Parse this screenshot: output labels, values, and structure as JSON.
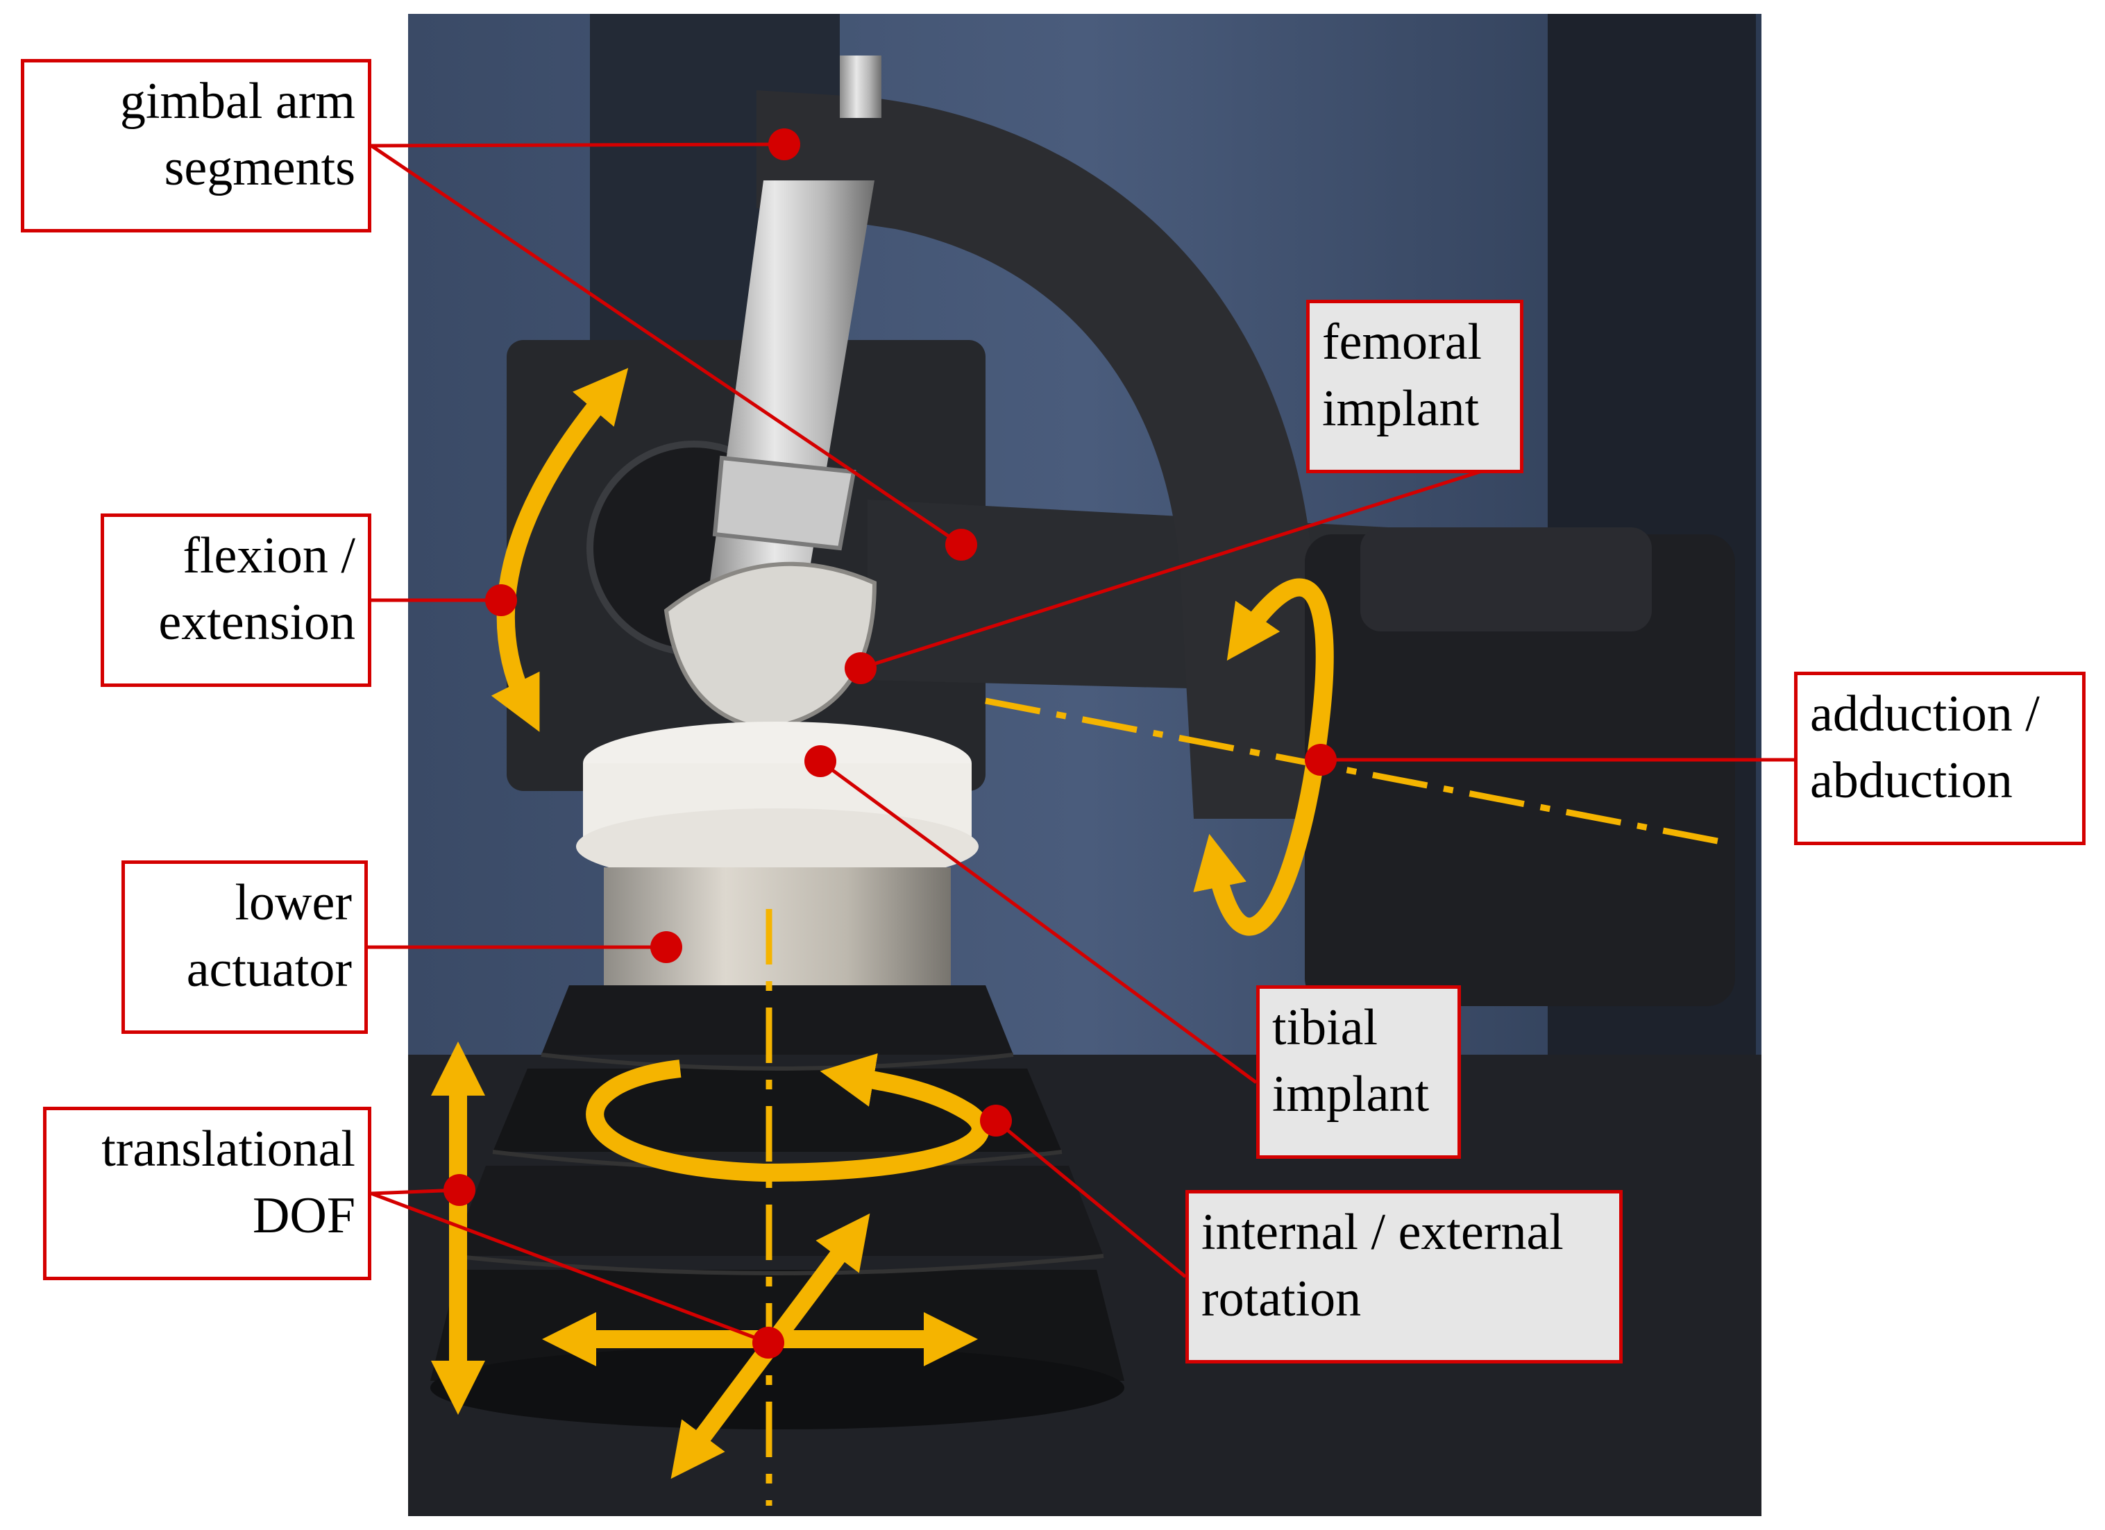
{
  "colors": {
    "callout_red": "#d40000",
    "motion_arrow": "#f5b400",
    "label_grey": "#e6e6e6"
  },
  "labels": {
    "gimbal_arm_segments": [
      "gimbal arm",
      "segments"
    ],
    "femoral_implant": [
      "femoral",
      "implant"
    ],
    "flexion_extension": [
      "flexion /",
      "extension"
    ],
    "adduction_abduction": [
      "adduction /",
      "abduction"
    ],
    "lower_actuator": [
      "lower",
      "actuator"
    ],
    "tibial_implant": [
      "tibial",
      "implant"
    ],
    "translational_dof": [
      "translational",
      "DOF"
    ],
    "internal_external_rotation": [
      "internal / external",
      "rotation"
    ]
  }
}
